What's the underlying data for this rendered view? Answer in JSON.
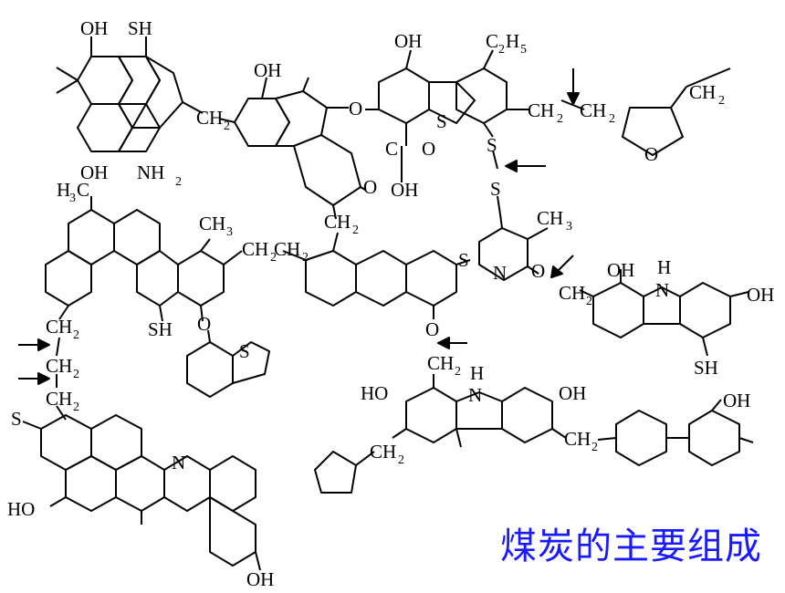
{
  "caption": "煤炭的主要组成",
  "colors": {
    "caption": "#1a1aff",
    "ink": "#000000"
  },
  "labels": {
    "oh": "OH",
    "sh": "SH",
    "nh2": "NH",
    "two": "2",
    "ch": "CH",
    "c": "C",
    "five": "5",
    "h": "H",
    "three": "3",
    "s": "S",
    "o": "O",
    "n": "N",
    "ho": "HO"
  }
}
